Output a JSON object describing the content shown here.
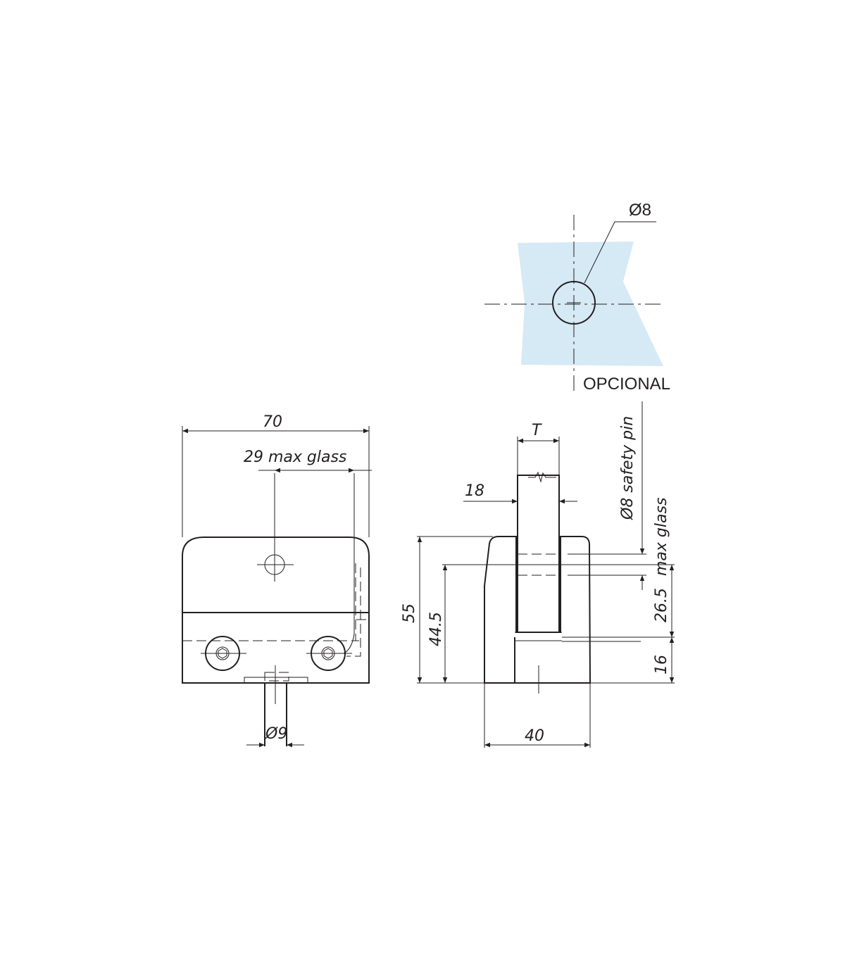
{
  "colors": {
    "glass": "#d6eaf5",
    "ink": "#231f20"
  },
  "detail": {
    "diameter_label": "Ø8",
    "note": "OPCIONAL"
  },
  "front_view": {
    "width_label": "70",
    "max_glass_label": "29 max glass",
    "bolt_label": "Ø9"
  },
  "side_view": {
    "thickness_label": "T",
    "slot_label": "18",
    "height_label": "55",
    "inner_height_label": "44.5",
    "depth_label": "40",
    "pin_label": "Ø8 safety pin",
    "max_glass_label": "max glass",
    "pin_height_label": "26.5",
    "base_label": "16"
  }
}
